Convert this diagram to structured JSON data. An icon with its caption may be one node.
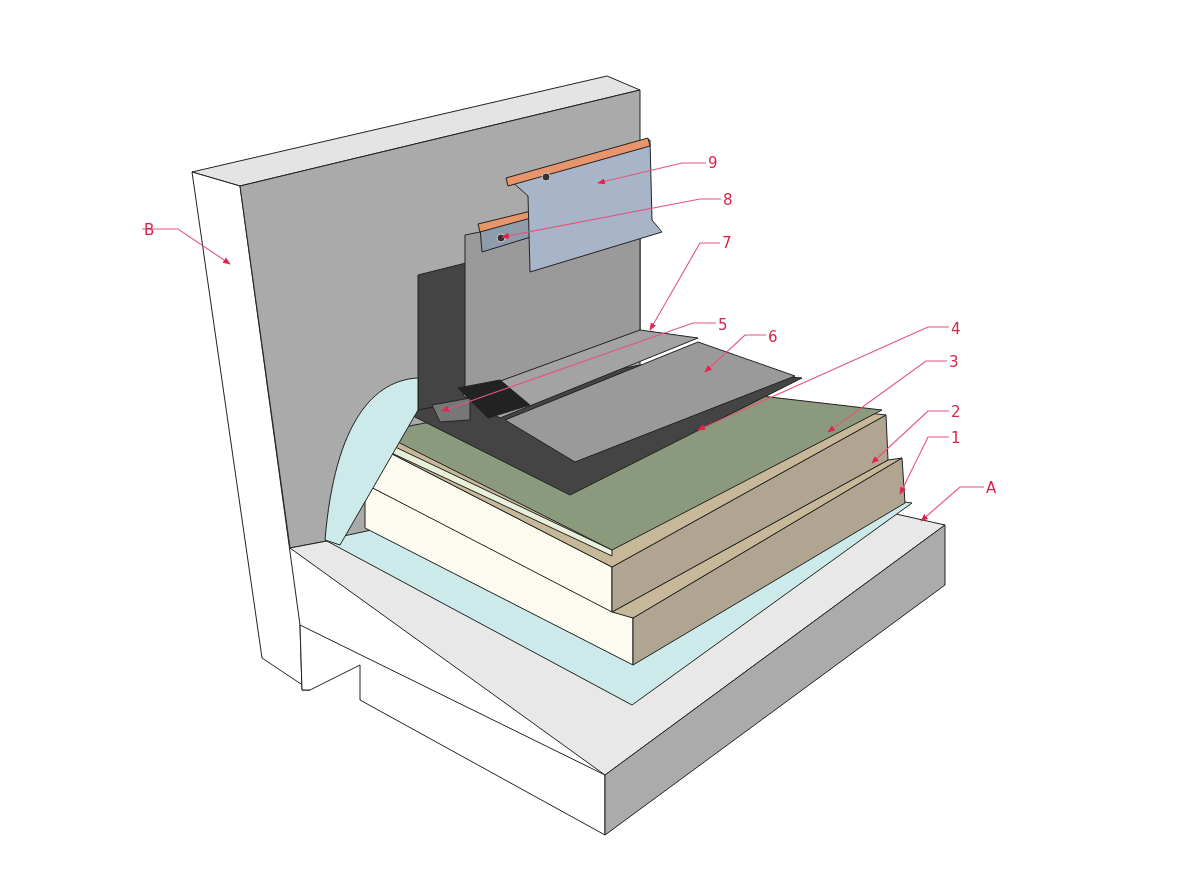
{
  "diagram": {
    "nodes": [
      {
        "text": [
          "B"
        ]
      },
      {
        "text": [
          "9"
        ]
      },
      {
        "text": [
          "8"
        ]
      },
      {
        "text": [
          "7"
        ]
      },
      {
        "text": [
          "5"
        ]
      },
      {
        "text": [
          "6"
        ]
      },
      {
        "text": [
          "4"
        ]
      },
      {
        "text": [
          "3"
        ]
      },
      {
        "text": [
          "2"
        ]
      },
      {
        "text": [
          "1"
        ]
      },
      {
        "text": [
          "A"
        ]
      }
    ],
    "edges": [
      {
        "from": 0,
        "to": null,
        "arrow": "to"
      },
      {
        "from": 1,
        "to": null,
        "arrow": "to"
      },
      {
        "from": 2,
        "to": null,
        "arrow": "to"
      },
      {
        "from": 3,
        "to": null,
        "arrow": "to"
      },
      {
        "from": 4,
        "to": null,
        "arrow": "to"
      },
      {
        "from": 5,
        "to": null,
        "arrow": "to"
      },
      {
        "from": 6,
        "to": null,
        "arrow": "to"
      },
      {
        "from": 7,
        "to": null,
        "arrow": "to"
      },
      {
        "from": 8,
        "to": null,
        "arrow": "to"
      },
      {
        "from": 9,
        "to": null,
        "arrow": "to"
      },
      {
        "from": 10,
        "to": null,
        "arrow": "to"
      }
    ]
  }
}
